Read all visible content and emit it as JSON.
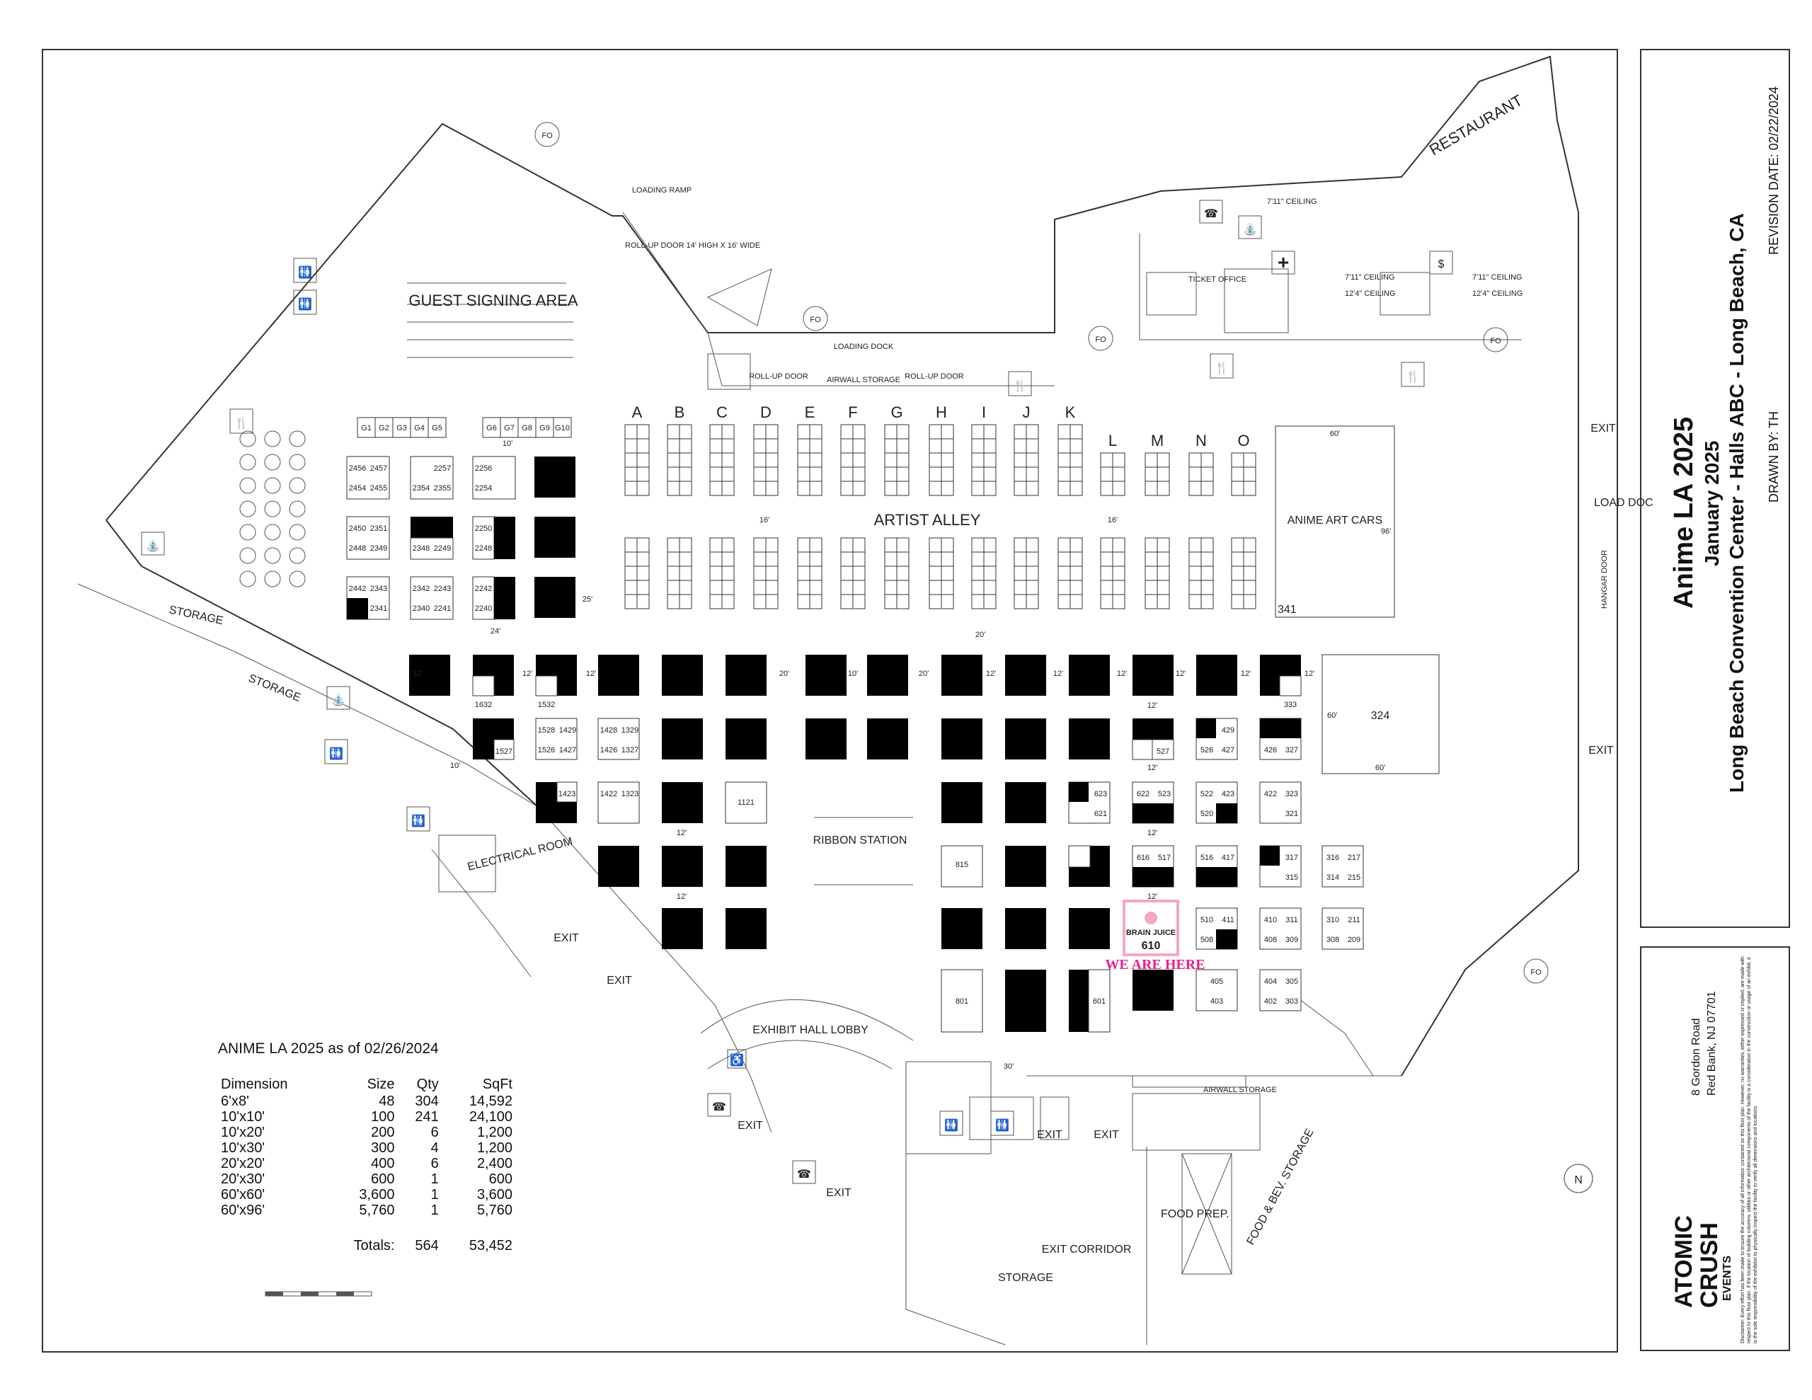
{
  "event": {
    "name": "Anime LA 2025",
    "date": "January 2025",
    "venue": "Long Beach Convention Center - Halls ABC - Long Beach, CA",
    "drawn_by": "DRAWN BY:  TH",
    "revision": "REVISION DATE:  02/22/2024"
  },
  "company": {
    "address_line1": "8 Gordon Road",
    "address_line2": "Red Bank, NJ 07701",
    "logo_line1": "ATOMIC",
    "logo_line2": "CRUSH",
    "logo_line3": "EVENTS",
    "disclaimer": "Disclaimer: Every effort has been made to ensure the accuracy of all information contained on this floor plan. However, no warranties, either expressed or implied, are made with respect to this floor plan. If the location of building columns, utilities or other architectural components of the facility is a consideration in the construction or usage of an exhibit, it is the sole responsibility of the exhibitor to physically inspect the facility to verify all dimensions and locations."
  },
  "areas": {
    "guest_signing": "GUEST SIGNING AREA",
    "artist_alley": "ARTIST ALLEY",
    "anime_art_cars": "ANIME ART CARS",
    "anime_art_cars_dim_w": "60'",
    "anime_art_cars_dim_h": "96'",
    "anime_art_cars_num": "341",
    "booth_324": "324",
    "booth_324_dim": "60'",
    "ribbon_station": "RIBBON STATION",
    "electrical_room": "ELECTRICAL ROOM",
    "exhibit_hall_lobby": "EXHIBIT HALL LOBBY",
    "loading_ramp": "LOADING RAMP",
    "loading_dock": "LOADING DOCK",
    "load_dock": "LOAD DOC",
    "hangar_door": "HANGAR DOOR",
    "restaurant": "RESTAURANT",
    "airwall_storage": "AIRWALL STORAGE",
    "roll_up_door": "ROLL-UP DOOR",
    "roll_up_door_dim": "ROLL-UP DOOR 14' HIGH X 16' WIDE",
    "storage": "STORAGE",
    "food_prep": "FOOD PREP.",
    "food_bev_storage": "FOOD & BEV. STORAGE",
    "exit_corridor": "EXIT CORRIDOR",
    "ticket_office": "TICKET OFFICE",
    "ceiling_711": "7'11\" CEILING",
    "ceiling_124": "12'4\" CEILING",
    "exit": "EXIT",
    "fo": "FO",
    "north": "N"
  },
  "aisle_letters": [
    "A",
    "B",
    "C",
    "D",
    "E",
    "F",
    "G",
    "H",
    "I",
    "J",
    "K",
    "L",
    "M",
    "N",
    "O"
  ],
  "spacings": [
    "10'",
    "12'",
    "20'",
    "16'",
    "24'",
    "25'",
    "30'"
  ],
  "highlight": {
    "name": "BRAIN JUICE",
    "booth": "610",
    "callout": "WE ARE HERE",
    "border_color": "#f4a7c9",
    "callout_color": "#e91e8c"
  },
  "booth_labels": {
    "guest_row": [
      "G1",
      "G2",
      "G3",
      "G4",
      "G5",
      "G6",
      "G7",
      "G8",
      "G9",
      "G10"
    ],
    "b2456": "2456",
    "b2457": "2457",
    "b2454": "2454",
    "b2455": "2455",
    "b2257": "2257",
    "b2354": "2354",
    "b2355": "2355",
    "b2256": "2256",
    "b2254": "2254",
    "b2450": "2450",
    "b2351": "2351",
    "b2448": "2448",
    "b2349": "2349",
    "b2348": "2348",
    "b2249": "2249",
    "b2250": "2250",
    "b2248": "2248",
    "b2442": "2442",
    "b2343": "2343",
    "b2341": "2341",
    "b2342": "2342",
    "b2243": "2243",
    "b2340": "2340",
    "b2241": "2241",
    "b2242": "2242",
    "b2240": "2240",
    "b1632": "1632",
    "b1532": "1532",
    "b1528": "1528",
    "b1429": "1429",
    "b1526": "1526",
    "b1427": "1427",
    "b1428": "1428",
    "b1329": "1329",
    "b1426": "1426",
    "b1327": "1327",
    "b1527": "1527",
    "b1423": "1423",
    "b1422": "1422",
    "b1323": "1323",
    "b1121": "1121",
    "b815": "815",
    "b801": "801",
    "b333": "333",
    "b429": "429",
    "b526": "526",
    "b427": "427",
    "b426": "426",
    "b327": "327",
    "b527": "527",
    "b623": "623",
    "b621": "621",
    "b622": "622",
    "b523": "523",
    "b522": "522",
    "b423": "423",
    "b520": "520",
    "b422": "422",
    "b323": "323",
    "b321": "321",
    "b616": "616",
    "b517": "517",
    "b516": "516",
    "b417": "417",
    "b317": "317",
    "b315": "315",
    "b316": "316",
    "b217": "217",
    "b314": "314",
    "b215": "215",
    "b510": "510",
    "b411": "411",
    "b508": "508",
    "b410": "410",
    "b311": "311",
    "b408": "408",
    "b309": "309",
    "b310": "310",
    "b211": "211",
    "b308": "308",
    "b209": "209",
    "b405": "405",
    "b403": "403",
    "b404": "404",
    "b305": "305",
    "b402": "402",
    "b303": "303",
    "b601": "601"
  },
  "legend": {
    "title": "ANIME LA 2025 as of 02/26/2024",
    "headers": [
      "Dimension",
      "Size",
      "Qty",
      "SqFt"
    ],
    "rows": [
      [
        "6'x8'",
        "48",
        "304",
        "14,592"
      ],
      [
        "10'x10'",
        "100",
        "241",
        "24,100"
      ],
      [
        "10'x20'",
        "200",
        "6",
        "1,200"
      ],
      [
        "10'x30'",
        "300",
        "4",
        "1,200"
      ],
      [
        "20'x20'",
        "400",
        "6",
        "2,400"
      ],
      [
        "20'x30'",
        "600",
        "1",
        "600"
      ],
      [
        "60'x60'",
        "3,600",
        "1",
        "3,600"
      ],
      [
        "60'x96'",
        "5,760",
        "1",
        "5,760"
      ]
    ],
    "totals_label": "Totals:",
    "totals_qty": "564",
    "totals_sqft": "53,452"
  }
}
